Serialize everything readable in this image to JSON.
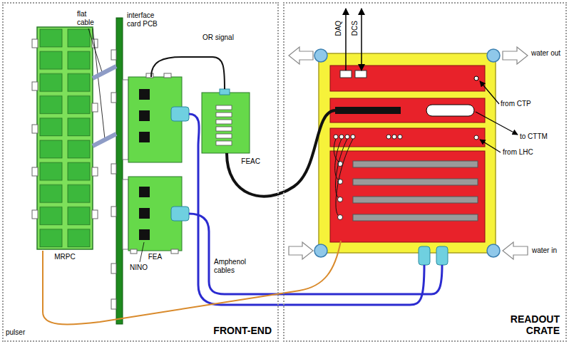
{
  "diagram": {
    "nodes": [
      {
        "text": [
          "FRONT-END"
        ]
      },
      {
        "text": [
          "READOUT CRATE"
        ]
      },
      {
        "text": [
          "MRPC"
        ],
        "in": 0
      },
      {
        "text": [
          "interface card PCB"
        ],
        "in": 0
      },
      {
        "text": [
          "FEA"
        ],
        "in": 0
      },
      {
        "text": [
          "FEAC"
        ],
        "in": 0
      }
    ],
    "edges": [
      {
        "from": 2,
        "to": 3,
        "arrow": "none"
      },
      {
        "from": 2,
        "to": 3,
        "arrow": "none"
      }
    ],
    "labels": [
      "flat cable",
      "OR signal",
      "NINO",
      "Amphenol cables",
      "pulser",
      "DAQ",
      "DCS",
      "water out",
      "water in",
      "from CTP",
      "to CTTM",
      "from LHC"
    ]
  }
}
